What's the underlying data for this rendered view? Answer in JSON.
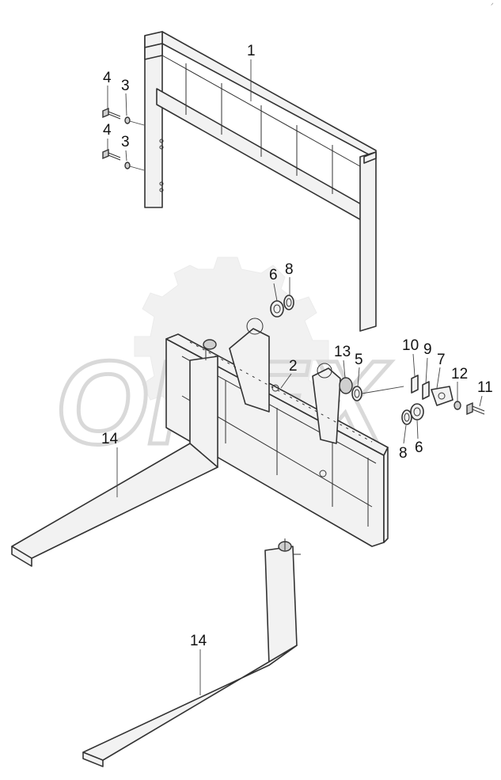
{
  "diagram": {
    "corner_mark": "ᐟ",
    "watermark_text": "OPEX",
    "callouts": [
      {
        "id": "c1",
        "label": "1"
      },
      {
        "id": "c2",
        "label": "2"
      },
      {
        "id": "c3a",
        "label": "3"
      },
      {
        "id": "c3b",
        "label": "3"
      },
      {
        "id": "c4a",
        "label": "4"
      },
      {
        "id": "c4b",
        "label": "4"
      },
      {
        "id": "c5",
        "label": "5"
      },
      {
        "id": "c6a",
        "label": "6"
      },
      {
        "id": "c6b",
        "label": "6"
      },
      {
        "id": "c7",
        "label": "7"
      },
      {
        "id": "c8a",
        "label": "8"
      },
      {
        "id": "c8b",
        "label": "8"
      },
      {
        "id": "c9",
        "label": "9"
      },
      {
        "id": "c10",
        "label": "10"
      },
      {
        "id": "c11",
        "label": "11"
      },
      {
        "id": "c12",
        "label": "12"
      },
      {
        "id": "c13",
        "label": "13"
      },
      {
        "id": "c14a",
        "label": "14"
      },
      {
        "id": "c14b",
        "label": "14"
      }
    ]
  }
}
